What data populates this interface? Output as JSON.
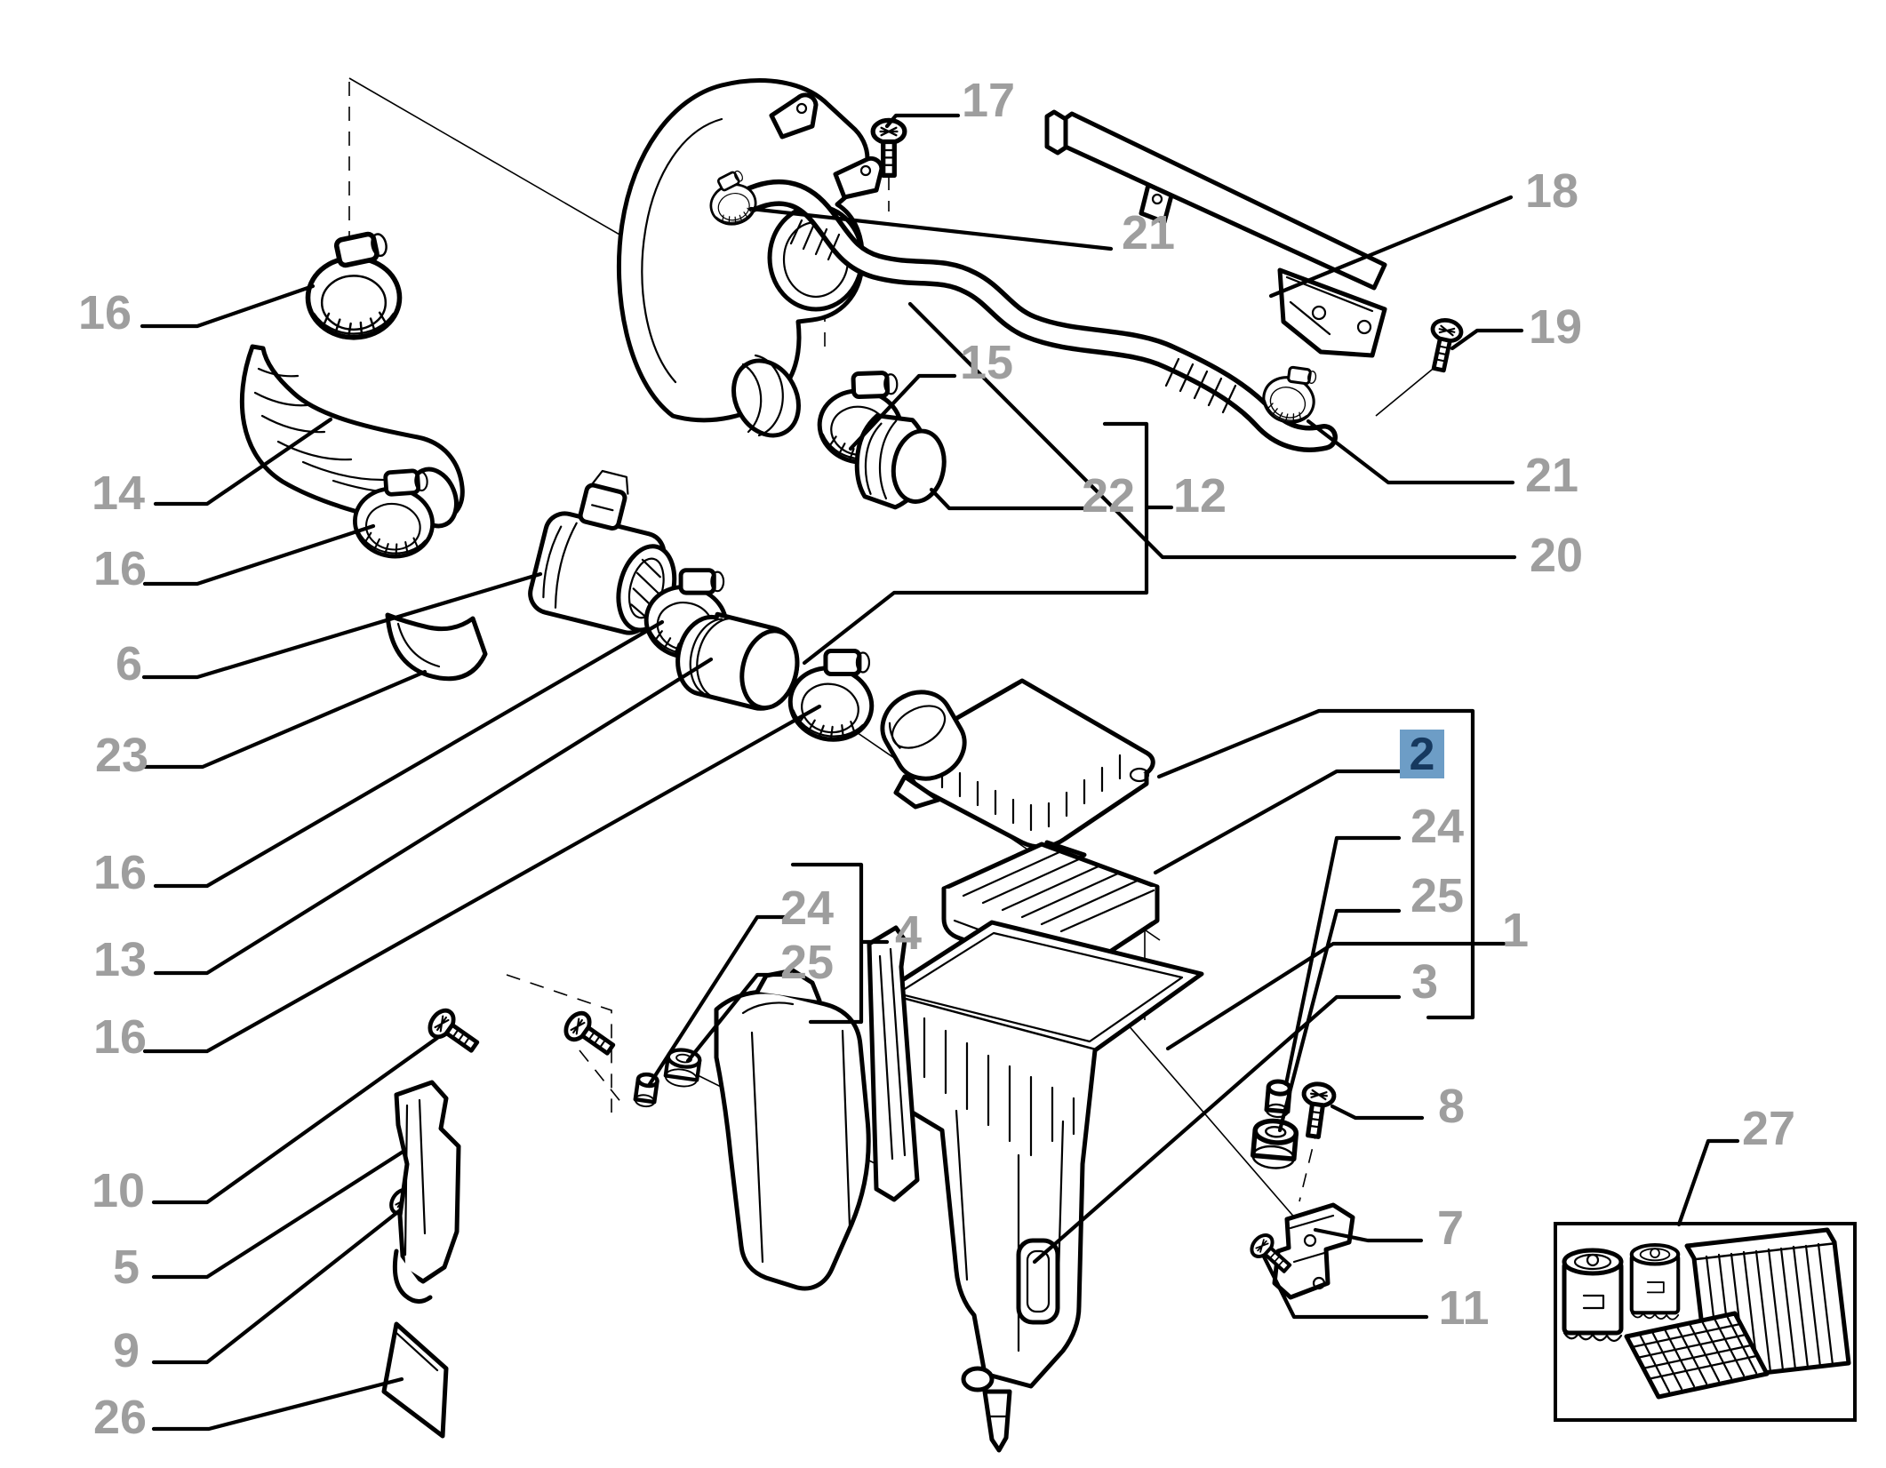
{
  "palette": {
    "background": "#ffffff",
    "line": "#000000",
    "label": "#9e9e9e",
    "highlight_bg": "#6d9dc6",
    "highlight_text": "#16395f"
  },
  "callouts": [
    {
      "ref": "16a",
      "text": "16"
    },
    {
      "ref": "14",
      "text": "14"
    },
    {
      "ref": "16b",
      "text": "16"
    },
    {
      "ref": "6",
      "text": "6"
    },
    {
      "ref": "23",
      "text": "23"
    },
    {
      "ref": "16c",
      "text": "16"
    },
    {
      "ref": "13",
      "text": "13"
    },
    {
      "ref": "16d",
      "text": "16"
    },
    {
      "ref": "10",
      "text": "10"
    },
    {
      "ref": "5",
      "text": "5"
    },
    {
      "ref": "9",
      "text": "9"
    },
    {
      "ref": "26",
      "text": "26"
    },
    {
      "ref": "17",
      "text": "17"
    },
    {
      "ref": "21a",
      "text": "21"
    },
    {
      "ref": "18",
      "text": "18"
    },
    {
      "ref": "19",
      "text": "19"
    },
    {
      "ref": "15",
      "text": "15"
    },
    {
      "ref": "22",
      "text": "22"
    },
    {
      "ref": "12",
      "text": "12"
    },
    {
      "ref": "21b",
      "text": "21"
    },
    {
      "ref": "20",
      "text": "20"
    },
    {
      "ref": "2",
      "text": "2",
      "highlighted": true
    },
    {
      "ref": "24b",
      "text": "24"
    },
    {
      "ref": "25b",
      "text": "25"
    },
    {
      "ref": "1",
      "text": "1"
    },
    {
      "ref": "3",
      "text": "3"
    },
    {
      "ref": "24a",
      "text": "24"
    },
    {
      "ref": "25a",
      "text": "25"
    },
    {
      "ref": "4",
      "text": "4"
    },
    {
      "ref": "8",
      "text": "8"
    },
    {
      "ref": "7",
      "text": "7"
    },
    {
      "ref": "11",
      "text": "11"
    },
    {
      "ref": "27",
      "text": "27"
    }
  ]
}
